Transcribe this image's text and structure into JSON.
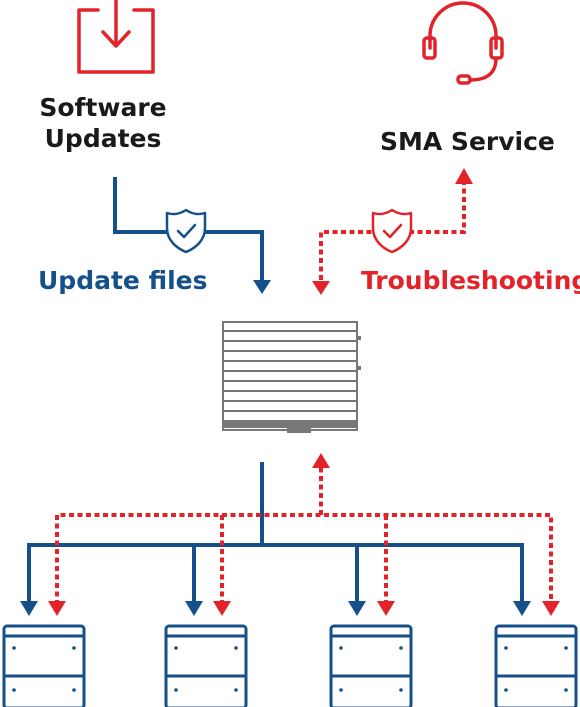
{
  "labels": {
    "software_updates_line1": "Software",
    "software_updates_line2": "Updates",
    "sma_service": "SMA Service",
    "update_files": "Update files",
    "troubleshooting": "Troubleshooting"
  },
  "icons": {
    "software_updates": "download-tray-icon",
    "sma_service": "headset-icon",
    "secure_update": "shield-check-icon",
    "secure_service": "shield-check-icon",
    "data_manager": "data-manager-device-icon",
    "inverter": "inverter-device-icon"
  },
  "colors": {
    "update_flow": "#15508a",
    "service_flow": "#e2232a",
    "device": "#777777",
    "text": "#1a1a1a"
  }
}
